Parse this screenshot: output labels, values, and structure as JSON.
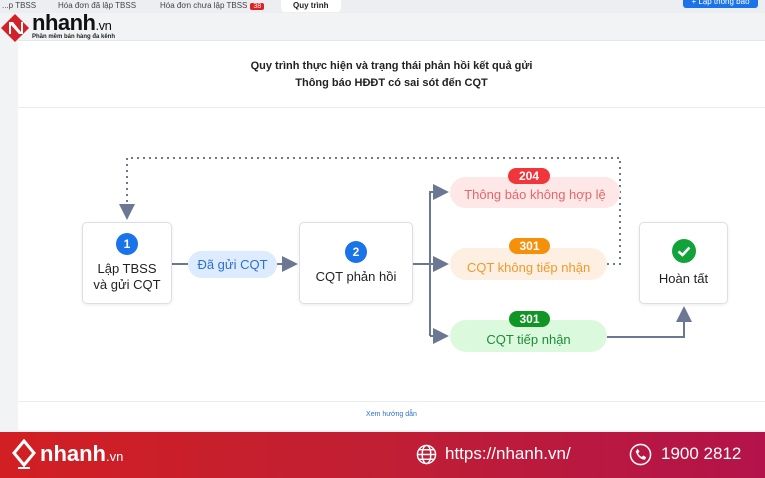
{
  "tabs": [
    {
      "label": "...p TBSS"
    },
    {
      "label": "Hóa đơn đã lập TBSS"
    },
    {
      "label": "Hóa đơn chưa lập TBSS",
      "badge": "38"
    },
    {
      "label": "Quy trình"
    }
  ],
  "new_button": "+ Lập thông báo",
  "logo": {
    "name": "nhanh",
    "tld": ".vn",
    "tagline": "Phần mềm bán hàng đa kênh"
  },
  "title": {
    "line1": "Quy trình thực hiện và trạng thái phản hồi kết quả gửi",
    "line2": "Thông báo HĐĐT có sai sót đến CQT"
  },
  "steps": {
    "step1": {
      "num": "1",
      "line1": "Lập TBSS",
      "line2": "và gửi CQT"
    },
    "sent": "Đã gửi CQT",
    "step2": {
      "num": "2",
      "label": "CQT phản hồi"
    },
    "done": {
      "label": "Hoàn tất"
    }
  },
  "responses": [
    {
      "code": "204",
      "label": "Thông báo không hợp lệ",
      "color": "#f0363a",
      "bg": "#fde7e7",
      "text": "#e4676a"
    },
    {
      "code": "301",
      "label": "CQT không tiếp nhận",
      "color": "#f5900a",
      "bg": "#fdf0e3",
      "text": "#ee9a2c"
    },
    {
      "code": "301",
      "label": "CQT tiếp nhận",
      "color": "#0f9624",
      "bg": "#dbfadd",
      "text": "#1f8b38"
    }
  ],
  "guide_link": "Xem hướng dẫn",
  "footer": {
    "brand": "nhanh",
    "tld": ".vn",
    "url": "https://nhanh.vn/",
    "phone": "1900 2812"
  }
}
